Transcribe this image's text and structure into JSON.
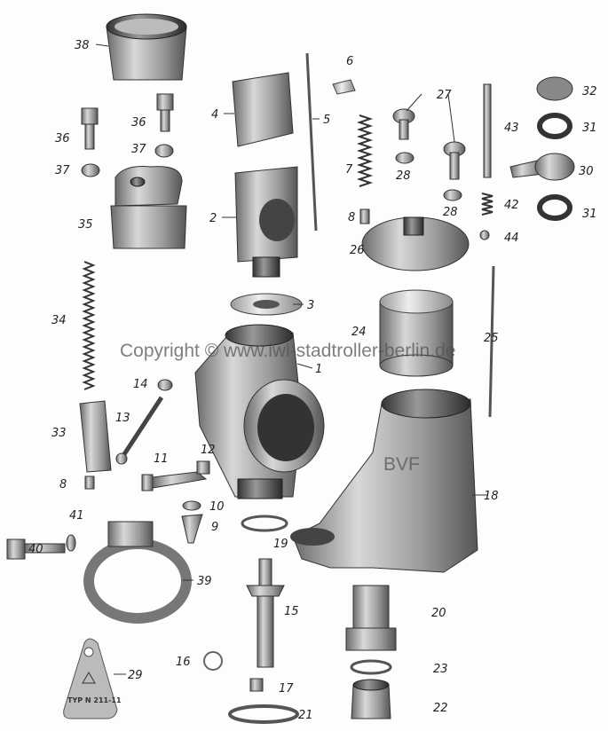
{
  "watermark": "Copyright © www.iwl-stadtroller-berlin.de",
  "tag_text": "TYP N 211-11",
  "body_marking": "BVF",
  "labels": {
    "l38": "38",
    "l36a": "36",
    "l36b": "36",
    "l37a": "37",
    "l37b": "37",
    "l35": "35",
    "l4": "4",
    "l5": "5",
    "l6": "6",
    "l7": "7",
    "l8a": "8",
    "l2": "2",
    "l3": "3",
    "l34": "34",
    "l1": "1",
    "l14": "14",
    "l13": "13",
    "l33": "33",
    "l11": "11",
    "l12": "12",
    "l8b": "8",
    "l10": "10",
    "l9": "9",
    "l41": "41",
    "l40": "40",
    "l39": "39",
    "l19": "19",
    "l15": "15",
    "l16": "16",
    "l17": "17",
    "l21": "21",
    "l29": "29",
    "l27": "27",
    "l28a": "28",
    "l28b": "28",
    "l43": "43",
    "l42": "42",
    "l44": "44",
    "l32": "32",
    "l31a": "31",
    "l30": "30",
    "l31b": "31",
    "l26": "26",
    "l24": "24",
    "l25": "25",
    "l18": "18",
    "l20": "20",
    "l23": "23",
    "l22": "22"
  }
}
